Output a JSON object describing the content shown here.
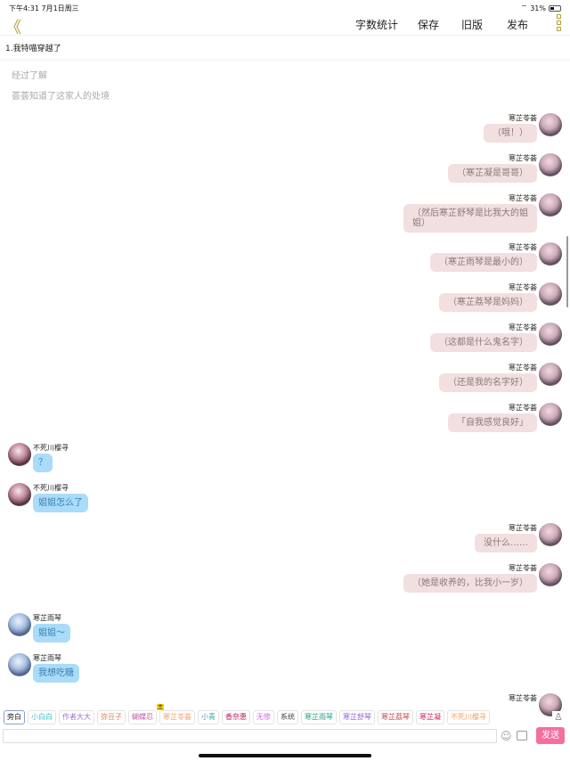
{
  "status": {
    "time": "下午4:31  7月1日周三",
    "battery": "31%"
  },
  "nav": {
    "word_count": "字数统计",
    "save": "保存",
    "old_version": "旧版",
    "publish": "发布"
  },
  "chapter_title": "1.我特喵穿越了",
  "narration": [
    "经过了解",
    "荟荟知道了这家人的处境"
  ],
  "messages": [
    {
      "side": "R",
      "name": "寒芷苓荟",
      "text": "（哦！）"
    },
    {
      "side": "R",
      "name": "寒芷苓荟",
      "text": "（寒芷凝是哥哥）"
    },
    {
      "side": "R",
      "name": "寒芷苓荟",
      "text": "（然后寒芷舒琴是比我大的姐姐）"
    },
    {
      "side": "R",
      "name": "寒芷苓荟",
      "text": "（寒芷雨琴是最小的）"
    },
    {
      "side": "R",
      "name": "寒芷苓荟",
      "text": "（寒芷荔琴是妈妈）"
    },
    {
      "side": "R",
      "name": "寒芷苓荟",
      "text": "（这都是什么鬼名字）"
    },
    {
      "side": "R",
      "name": "寒芷苓荟",
      "text": "（还是我的名字好）"
    },
    {
      "side": "R",
      "name": "寒芷苓荟",
      "text": "「自我感觉良好」"
    },
    {
      "side": "L",
      "name": "不死川樱寻",
      "text": "？"
    },
    {
      "side": "L",
      "name": "不死川樱寻",
      "text": "姐姐怎么了"
    },
    {
      "side": "R",
      "name": "寒芷苓荟",
      "text": "没什么……"
    },
    {
      "side": "R",
      "name": "寒芷苓荟",
      "text": "（她是收养的，比我小一岁）"
    },
    {
      "side": "L",
      "name": "寒芷雨琴",
      "text": "姐姐～"
    },
    {
      "side": "L",
      "name": "寒芷雨琴",
      "text": "我想吃糖"
    },
    {
      "side": "R",
      "name": "寒芷苓荟",
      "text": ""
    }
  ],
  "characters": [
    {
      "name": "旁白",
      "color": "#222222",
      "selected": true
    },
    {
      "name": "小白白",
      "color": "#3cc0c8"
    },
    {
      "name": "作者大大",
      "color": "#a070d0"
    },
    {
      "name": "弥豆子",
      "color": "#e07a5a"
    },
    {
      "name": "蝴蝶忍",
      "color": "#c05a9a"
    },
    {
      "name": "寒芷苓荟",
      "color": "#f0a070",
      "crown": "主"
    },
    {
      "name": "小青",
      "color": "#40a0b0"
    },
    {
      "name": "香奈惠",
      "color": "#c02060"
    },
    {
      "name": "无惨",
      "color": "#d070e0"
    },
    {
      "name": "系统",
      "color": "#444444"
    },
    {
      "name": "寒芷雨琴",
      "color": "#20a080"
    },
    {
      "name": "寒芷舒琴",
      "color": "#9060d0"
    },
    {
      "name": "寒芷荔琴",
      "color": "#d04040"
    },
    {
      "name": "寒芷凝",
      "color": "#d02050"
    },
    {
      "name": "不死川樱寻",
      "color": "#f0a060"
    }
  ],
  "composer": {
    "placeholder": "",
    "send": "发送"
  }
}
